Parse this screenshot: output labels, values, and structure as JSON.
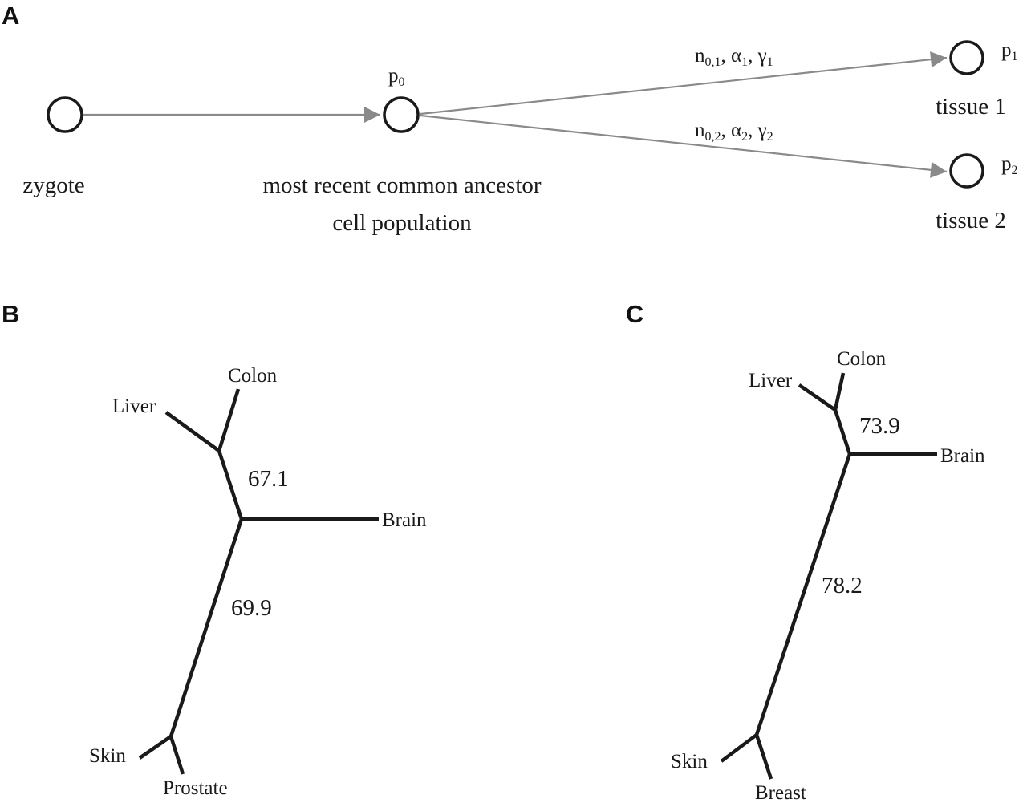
{
  "panels": {
    "a": "A",
    "b": "B",
    "c": "C"
  },
  "panel_a": {
    "zygote_label": "zygote",
    "ancestor_line1": "most recent common ancestor",
    "ancestor_line2": "cell population",
    "p0": {
      "base": "p",
      "sub": "0"
    },
    "p1": {
      "base": "p",
      "sub": "1"
    },
    "p2": {
      "base": "p",
      "sub": "2"
    },
    "tissue1": "tissue 1",
    "tissue2": "tissue 2",
    "edge1": {
      "n": "n",
      "n_sub": "0,1",
      "sep1": ", ",
      "alpha": "α",
      "alpha_sub": "1",
      "sep2": ", ",
      "gamma": "γ",
      "gamma_sub": "1"
    },
    "edge2": {
      "n": "n",
      "n_sub": "0,2",
      "sep1": ", ",
      "alpha": "α",
      "alpha_sub": "2",
      "sep2": ", ",
      "gamma": "γ",
      "gamma_sub": "2"
    }
  },
  "tree_b": {
    "leaves": {
      "colon": "Colon",
      "liver": "Liver",
      "brain": "Brain",
      "skin": "Skin",
      "prostate": "Prostate"
    },
    "supports": [
      "67.1",
      "69.9"
    ]
  },
  "tree_c": {
    "leaves": {
      "colon": "Colon",
      "liver": "Liver",
      "brain": "Brain",
      "skin": "Skin",
      "breast": "Breast"
    },
    "supports": [
      "73.9",
      "78.2"
    ]
  },
  "colors": {
    "arrow": "#8a8a8a",
    "line": "#1a1a1a"
  }
}
